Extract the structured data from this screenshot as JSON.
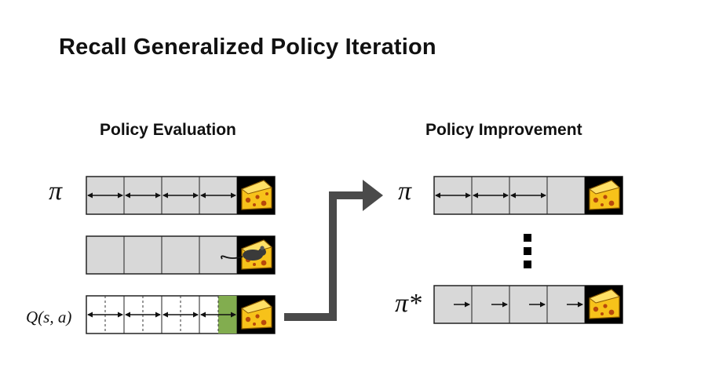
{
  "slide": {
    "title": "Recall Generalized Policy Iteration"
  },
  "evaluation": {
    "heading": "Policy Evaluation",
    "pi_label": "π",
    "q_label": "Q(s, a)",
    "pi_row_actions": [
      "both",
      "both",
      "both",
      "both"
    ],
    "q_row_actions": [
      "both",
      "both",
      "both",
      "both"
    ],
    "q_highlight_color": "#82ad4f",
    "mouse_icon": "mouse-icon",
    "cheese_icon": "cheese-icon"
  },
  "improvement": {
    "heading": "Policy Improvement",
    "pi_label": "π",
    "pi_star_label": "π*",
    "pi_row_actions": [
      "both",
      "both",
      "both",
      "none"
    ],
    "pi_star_row_actions": [
      "right",
      "right",
      "right",
      "right"
    ],
    "ellipsis": "vertical-dots"
  },
  "colors": {
    "cell_fill": "#d8d8d8",
    "cell_border": "#222222",
    "arrow": "#4a4a4a",
    "goal_bg": "#000000"
  }
}
